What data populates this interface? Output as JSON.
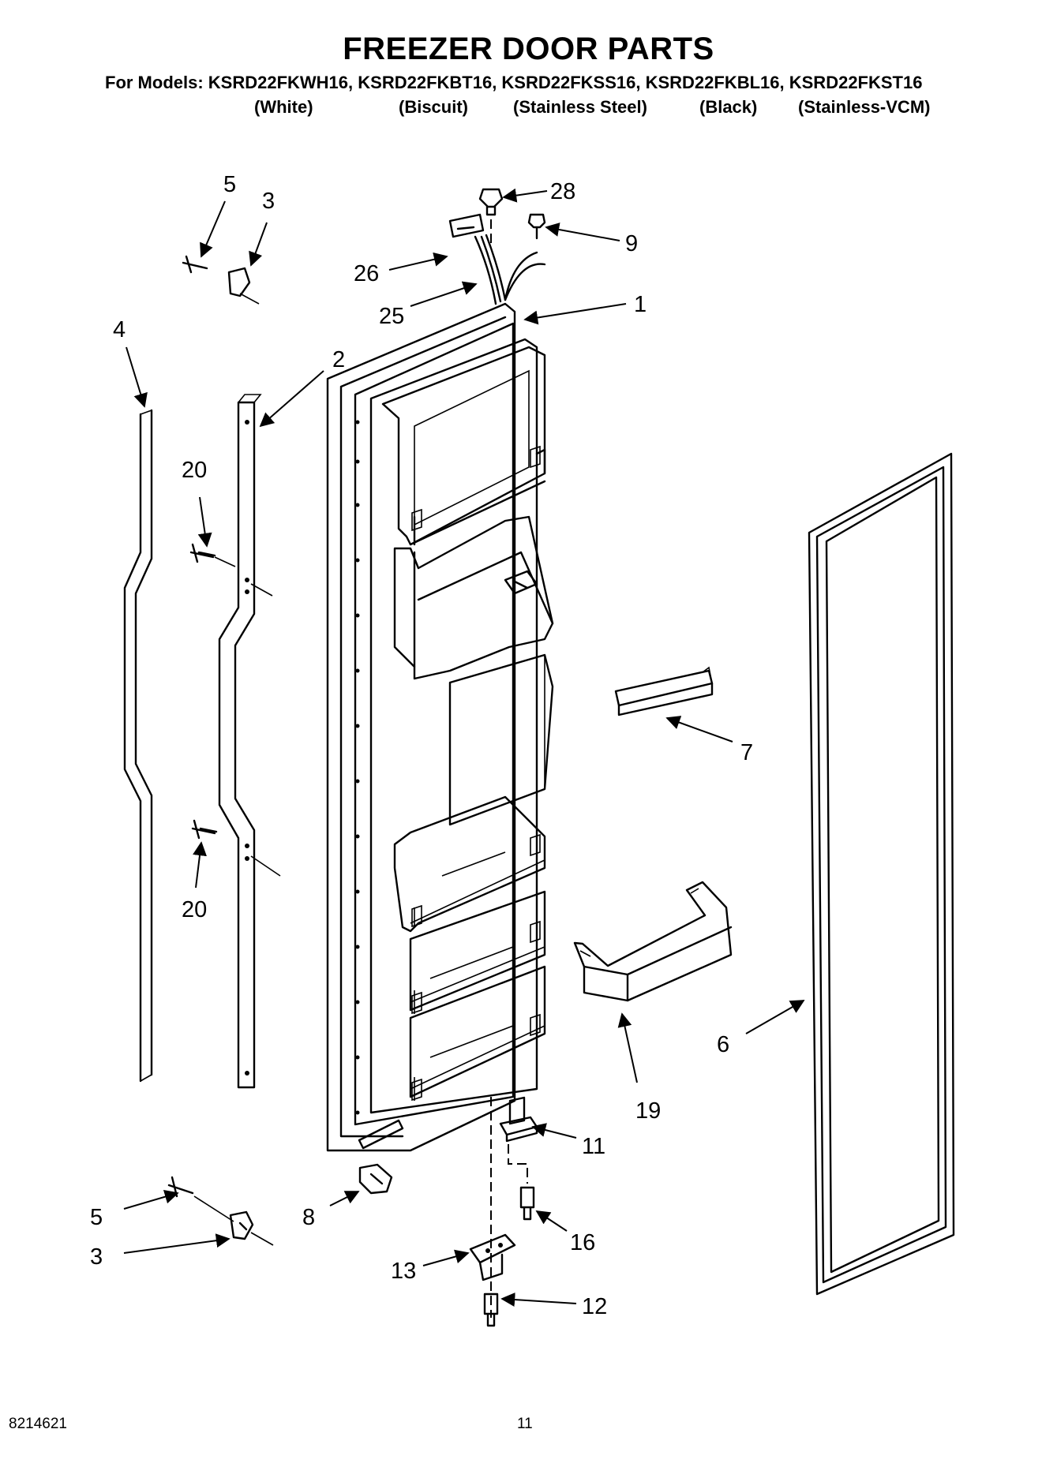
{
  "title": "FREEZER DOOR PARTS",
  "models_line": "For Models: KSRD22FKWH16, KSRD22FKBT16, KSRD22FKSS16, KSRD22FKBL16, KSRD22FKST16",
  "colors": [
    "(White)",
    "(Biscuit)",
    "(Stainless Steel)",
    "(Black)",
    "(Stainless-VCM)"
  ],
  "callouts": [
    "5",
    "3",
    "4",
    "2",
    "20",
    "20",
    "28",
    "9",
    "26",
    "25",
    "1",
    "7",
    "6",
    "19",
    "11",
    "16",
    "13",
    "12",
    "8",
    "5",
    "3"
  ],
  "footer": {
    "doc_number": "8214621",
    "page_number": "11"
  }
}
